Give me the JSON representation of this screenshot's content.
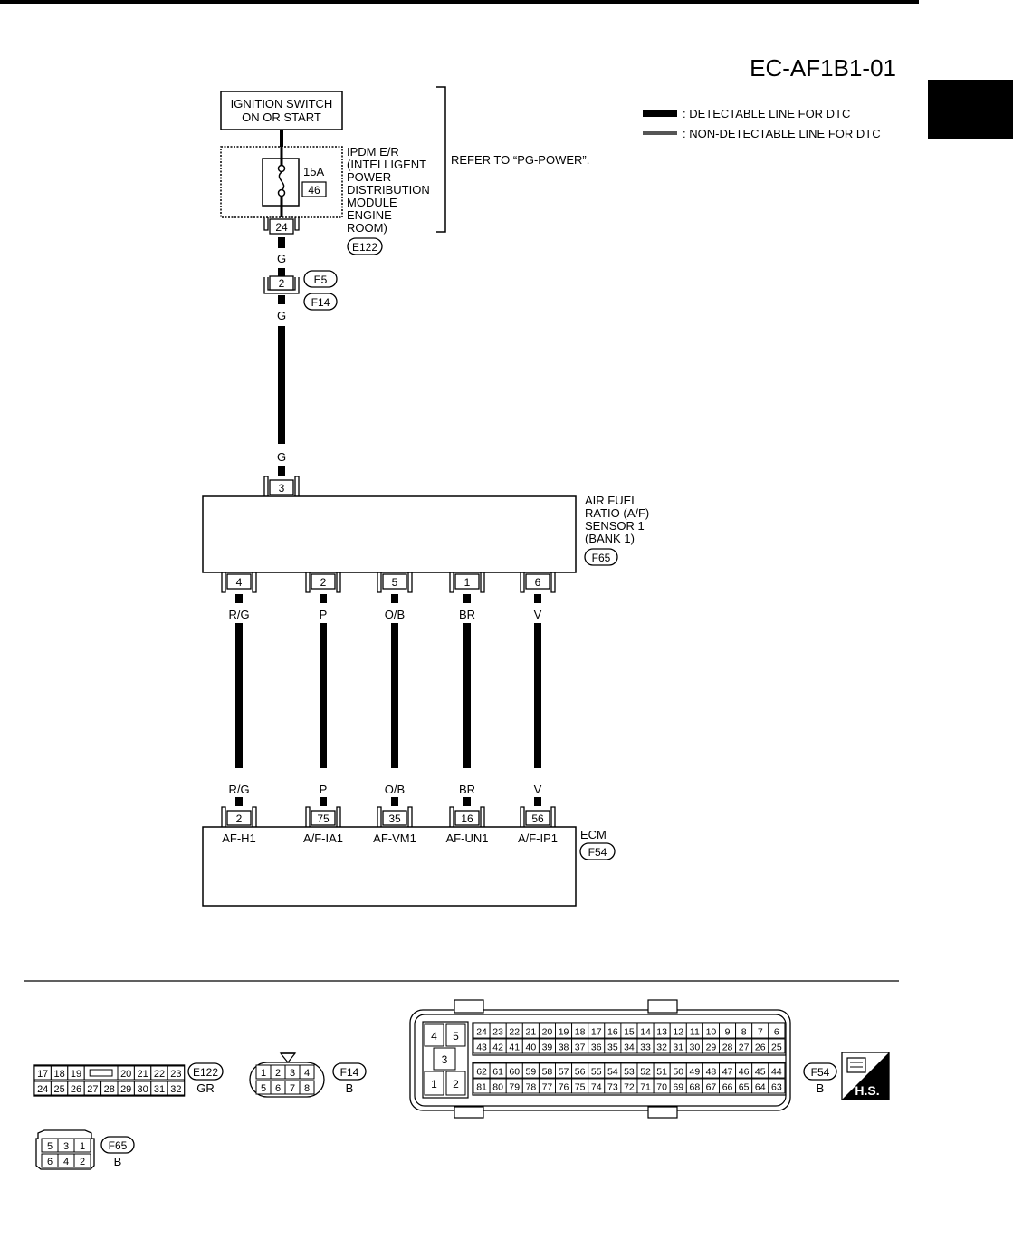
{
  "diagram_id": "EC-AF1B1-01",
  "legend": {
    "detectable": ": DETECTABLE LINE FOR DTC",
    "non_detectable": ": NON-DETECTABLE LINE FOR DTC"
  },
  "ignition": {
    "line1": "IGNITION SWITCH",
    "line2": "ON OR START"
  },
  "ipdm": {
    "lines": [
      "IPDM E/R",
      "(INTELLIGENT",
      "POWER",
      "DISTRIBUTION",
      "MODULE",
      "ENGINE",
      "ROOM)"
    ],
    "connector": "E122",
    "fuse_rating": "15A",
    "fuse_number": "46",
    "pin": "24"
  },
  "refer_note": "REFER TO “PG-POWER”.",
  "joint": {
    "pin": "2",
    "connector_a": "E5",
    "connector_b": "F14"
  },
  "wire_g": "G",
  "sensor": {
    "lines": [
      "AIR FUEL",
      "RATIO (A/F)",
      "SENSOR 1",
      "(BANK 1)"
    ],
    "connector": "F65",
    "top_pin": "3"
  },
  "wires": [
    {
      "sensor_pin": "4",
      "color": "R/G",
      "ecm_pin": "2",
      "ecm_label": "AF-H1"
    },
    {
      "sensor_pin": "2",
      "color": "P",
      "ecm_pin": "75",
      "ecm_label": "A/F-IA1"
    },
    {
      "sensor_pin": "5",
      "color": "O/B",
      "ecm_pin": "35",
      "ecm_label": "AF-VM1"
    },
    {
      "sensor_pin": "1",
      "color": "BR",
      "ecm_pin": "16",
      "ecm_label": "AF-UN1"
    },
    {
      "sensor_pin": "6",
      "color": "V",
      "ecm_pin": "56",
      "ecm_label": "A/F-IP1"
    }
  ],
  "ecm": {
    "label": "ECM",
    "connector": "F54"
  },
  "connector_views": {
    "e122": {
      "tag": "E122",
      "color": "GR",
      "row1": [
        "17",
        "18",
        "19",
        "",
        "20",
        "21",
        "22",
        "23"
      ],
      "row2": [
        "24",
        "25",
        "26",
        "27",
        "28",
        "29",
        "30",
        "31",
        "32"
      ]
    },
    "f14": {
      "tag": "F14",
      "color": "B",
      "row1": [
        "1",
        "2",
        "3",
        "4"
      ],
      "row2": [
        "5",
        "6",
        "7",
        "8"
      ]
    },
    "f54": {
      "tag": "F54",
      "color": "B",
      "left_top": [
        "4",
        "5"
      ],
      "left_mid": "3",
      "left_bot": [
        "1",
        "2"
      ],
      "row1": [
        "24",
        "23",
        "22",
        "21",
        "20",
        "19",
        "18",
        "17",
        "16",
        "15",
        "14",
        "13",
        "12",
        "11",
        "10",
        "9",
        "8",
        "7",
        "6"
      ],
      "row2": [
        "43",
        "42",
        "41",
        "40",
        "39",
        "38",
        "37",
        "36",
        "35",
        "34",
        "33",
        "32",
        "31",
        "30",
        "29",
        "28",
        "27",
        "26",
        "25"
      ],
      "row3": [
        "62",
        "61",
        "60",
        "59",
        "58",
        "57",
        "56",
        "55",
        "54",
        "53",
        "52",
        "51",
        "50",
        "49",
        "48",
        "47",
        "46",
        "45",
        "44"
      ],
      "row4": [
        "81",
        "80",
        "79",
        "78",
        "77",
        "76",
        "75",
        "74",
        "73",
        "72",
        "71",
        "70",
        "69",
        "68",
        "67",
        "66",
        "65",
        "64",
        "63"
      ]
    },
    "f65": {
      "tag": "F65",
      "color": "B",
      "row1": [
        "5",
        "3",
        "1"
      ],
      "row2": [
        "6",
        "4",
        "2"
      ]
    }
  },
  "hs_badge": "H.S."
}
